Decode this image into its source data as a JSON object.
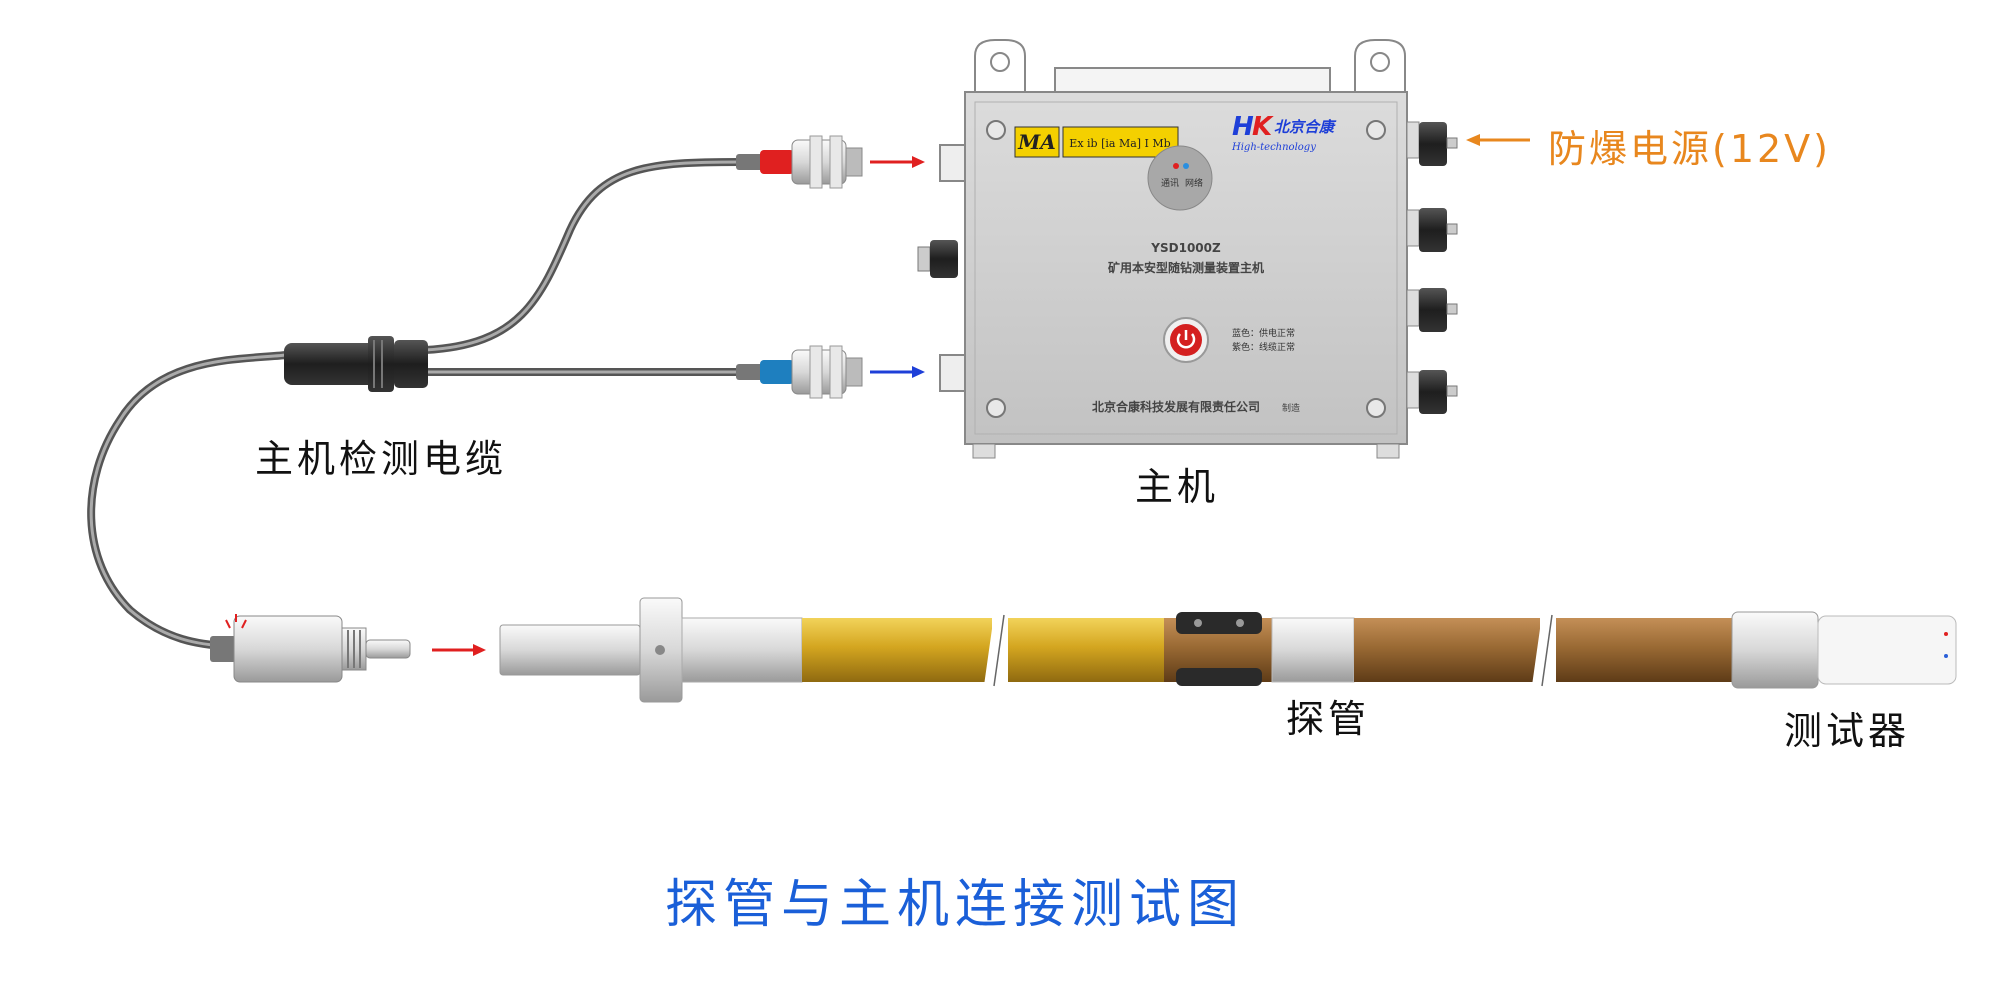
{
  "labels": {
    "main_unit": "主机",
    "cable": "主机检测电缆",
    "probe_tube": "探管",
    "tester": "测试器",
    "power": "防爆电源(12V)",
    "caption": "探管与主机连接测试图"
  },
  "device": {
    "badge_ma": "MA",
    "badge_ex": "Ex ib [ia Ma] I Mb",
    "brand": "北京合康",
    "brand_sub": "High-technology",
    "led_label_1": "通讯",
    "led_label_2": "网络",
    "model": "YSD1000Z",
    "name": "矿用本安型随钻测量装置主机",
    "status_1": "蓝色：供电正常",
    "status_2": "紫色：线缆正常",
    "maker": "北京合康科技发展有限责任公司",
    "maker_suffix": "制造"
  },
  "colors": {
    "caption": "#1a5fd8",
    "power": "#e8871e",
    "arrow_red": "#e02020",
    "arrow_blue": "#1e3fd8",
    "gold": "#d4a620",
    "bronze": "#9a6a34"
  }
}
